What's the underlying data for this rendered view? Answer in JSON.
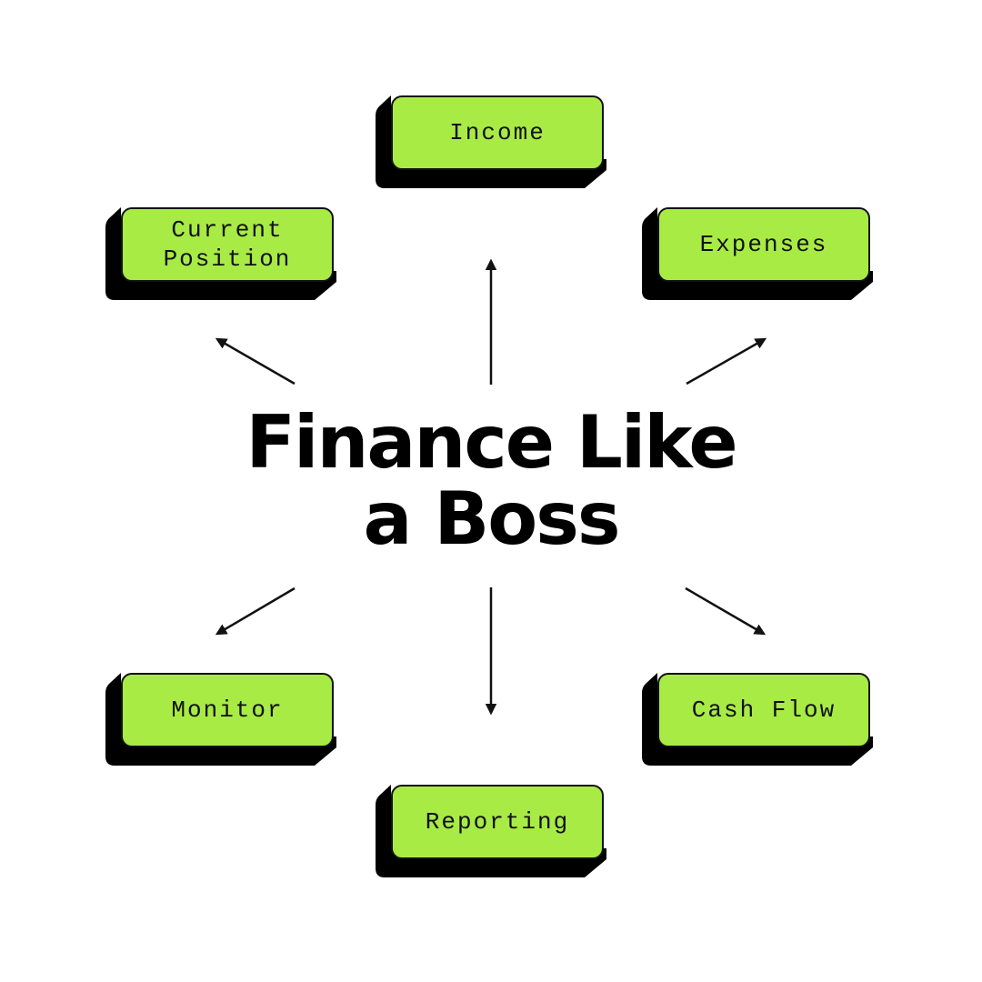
{
  "title": "Finance Like\na Boss",
  "nodes": {
    "income": "Income",
    "current_position": "Current\nPosition",
    "expenses": "Expenses",
    "monitor": "Monitor",
    "cash_flow": "Cash Flow",
    "reporting": "Reporting"
  },
  "colors": {
    "node_fill": "#a8eb45",
    "node_shadow": "#000000",
    "stroke": "#111111"
  }
}
